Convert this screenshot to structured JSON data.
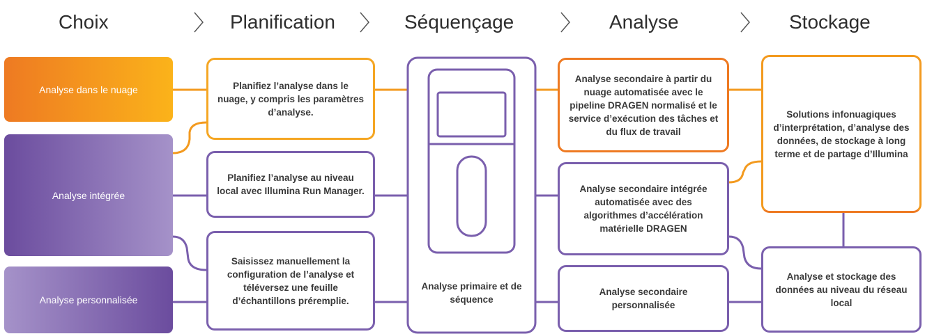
{
  "headers": {
    "choice": "Choix",
    "planning": "Planification",
    "sequencing": "Séquençage",
    "analysis": "Analyse",
    "storage": "Stockage"
  },
  "choices": {
    "cloud": "Analyse dans le nuage",
    "integrated": "Analyse intégrée",
    "custom": "Analyse personnalisée"
  },
  "planning": {
    "cloud": "Planifiez l’analyse dans le nuage, y compris les paramètres d’analyse.",
    "local": "Planifiez l’analyse au niveau local avec Illumina Run Manager.",
    "manual": "Saisissez manuellement la configuration de l’analyse et téléversez une feuille d’échantillons préremplie."
  },
  "sequencing": {
    "label": "Analyse primaire et de séquence"
  },
  "analysis": {
    "cloud": "Analyse secondaire à partir du nuage automatisée avec le pipeline DRAGEN normalisé et le service d’exécution des tâches et du flux de travail",
    "integrated": "Analyse secondaire intégrée automatisée avec des algorithmes d’accélération matérielle DRAGEN",
    "custom": "Analyse secondaire personnalisée"
  },
  "storage": {
    "cloud": "Solutions infonuagiques d’interprétation, d’analyse des données, de stockage à long terme et de partage d’Illumina",
    "local": "Analyse et stockage des données au niveau du réseau local"
  },
  "colors": {
    "orange_start": "#ee7a22",
    "orange_end": "#fbb31a",
    "purple_dark": "#6b4c9e",
    "purple_light": "#a592c9",
    "orange_line": "#f39a1f",
    "purple_line": "#7a5fad"
  }
}
